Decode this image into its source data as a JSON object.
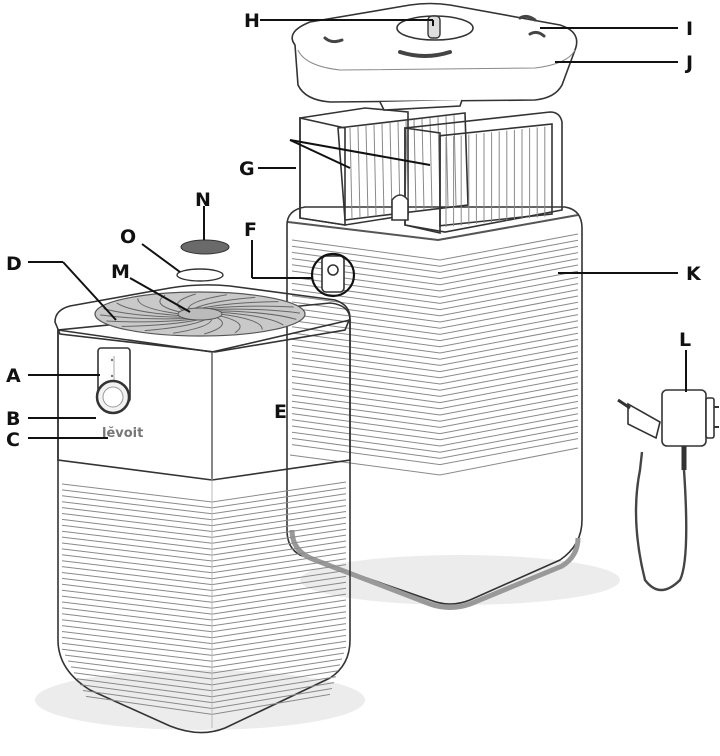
{
  "diagram": {
    "brand": "lĕvoit",
    "labels": {
      "a": "A",
      "b": "B",
      "c": "C",
      "d": "D",
      "e": "E",
      "f": "F",
      "g": "G",
      "h": "H",
      "i": "I",
      "j": "J",
      "k": "K",
      "l": "L",
      "m": "M",
      "n": "N",
      "o": "O"
    }
  }
}
